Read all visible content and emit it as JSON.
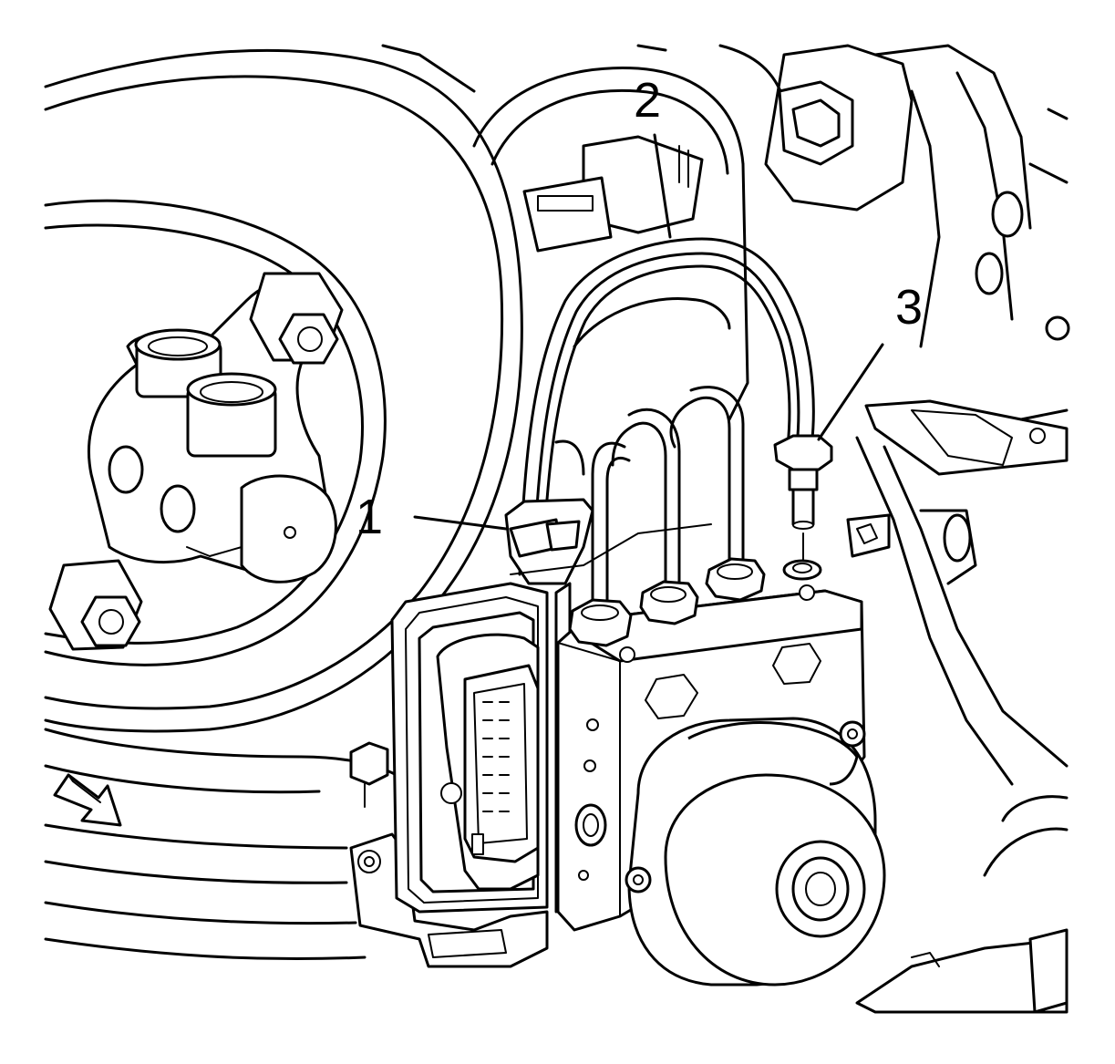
{
  "callouts": [
    {
      "id": "1",
      "label": "1"
    },
    {
      "id": "2",
      "label": "2"
    },
    {
      "id": "3",
      "label": "3"
    }
  ],
  "icons": {
    "direction": "arrow-icon"
  },
  "colors": {
    "line": "#000000",
    "background": "#ffffff"
  }
}
